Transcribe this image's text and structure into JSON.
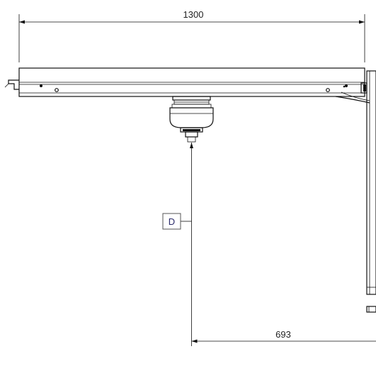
{
  "drawing": {
    "dimensions": {
      "width_value": "1300",
      "offset_value": "693"
    },
    "label": "D"
  }
}
